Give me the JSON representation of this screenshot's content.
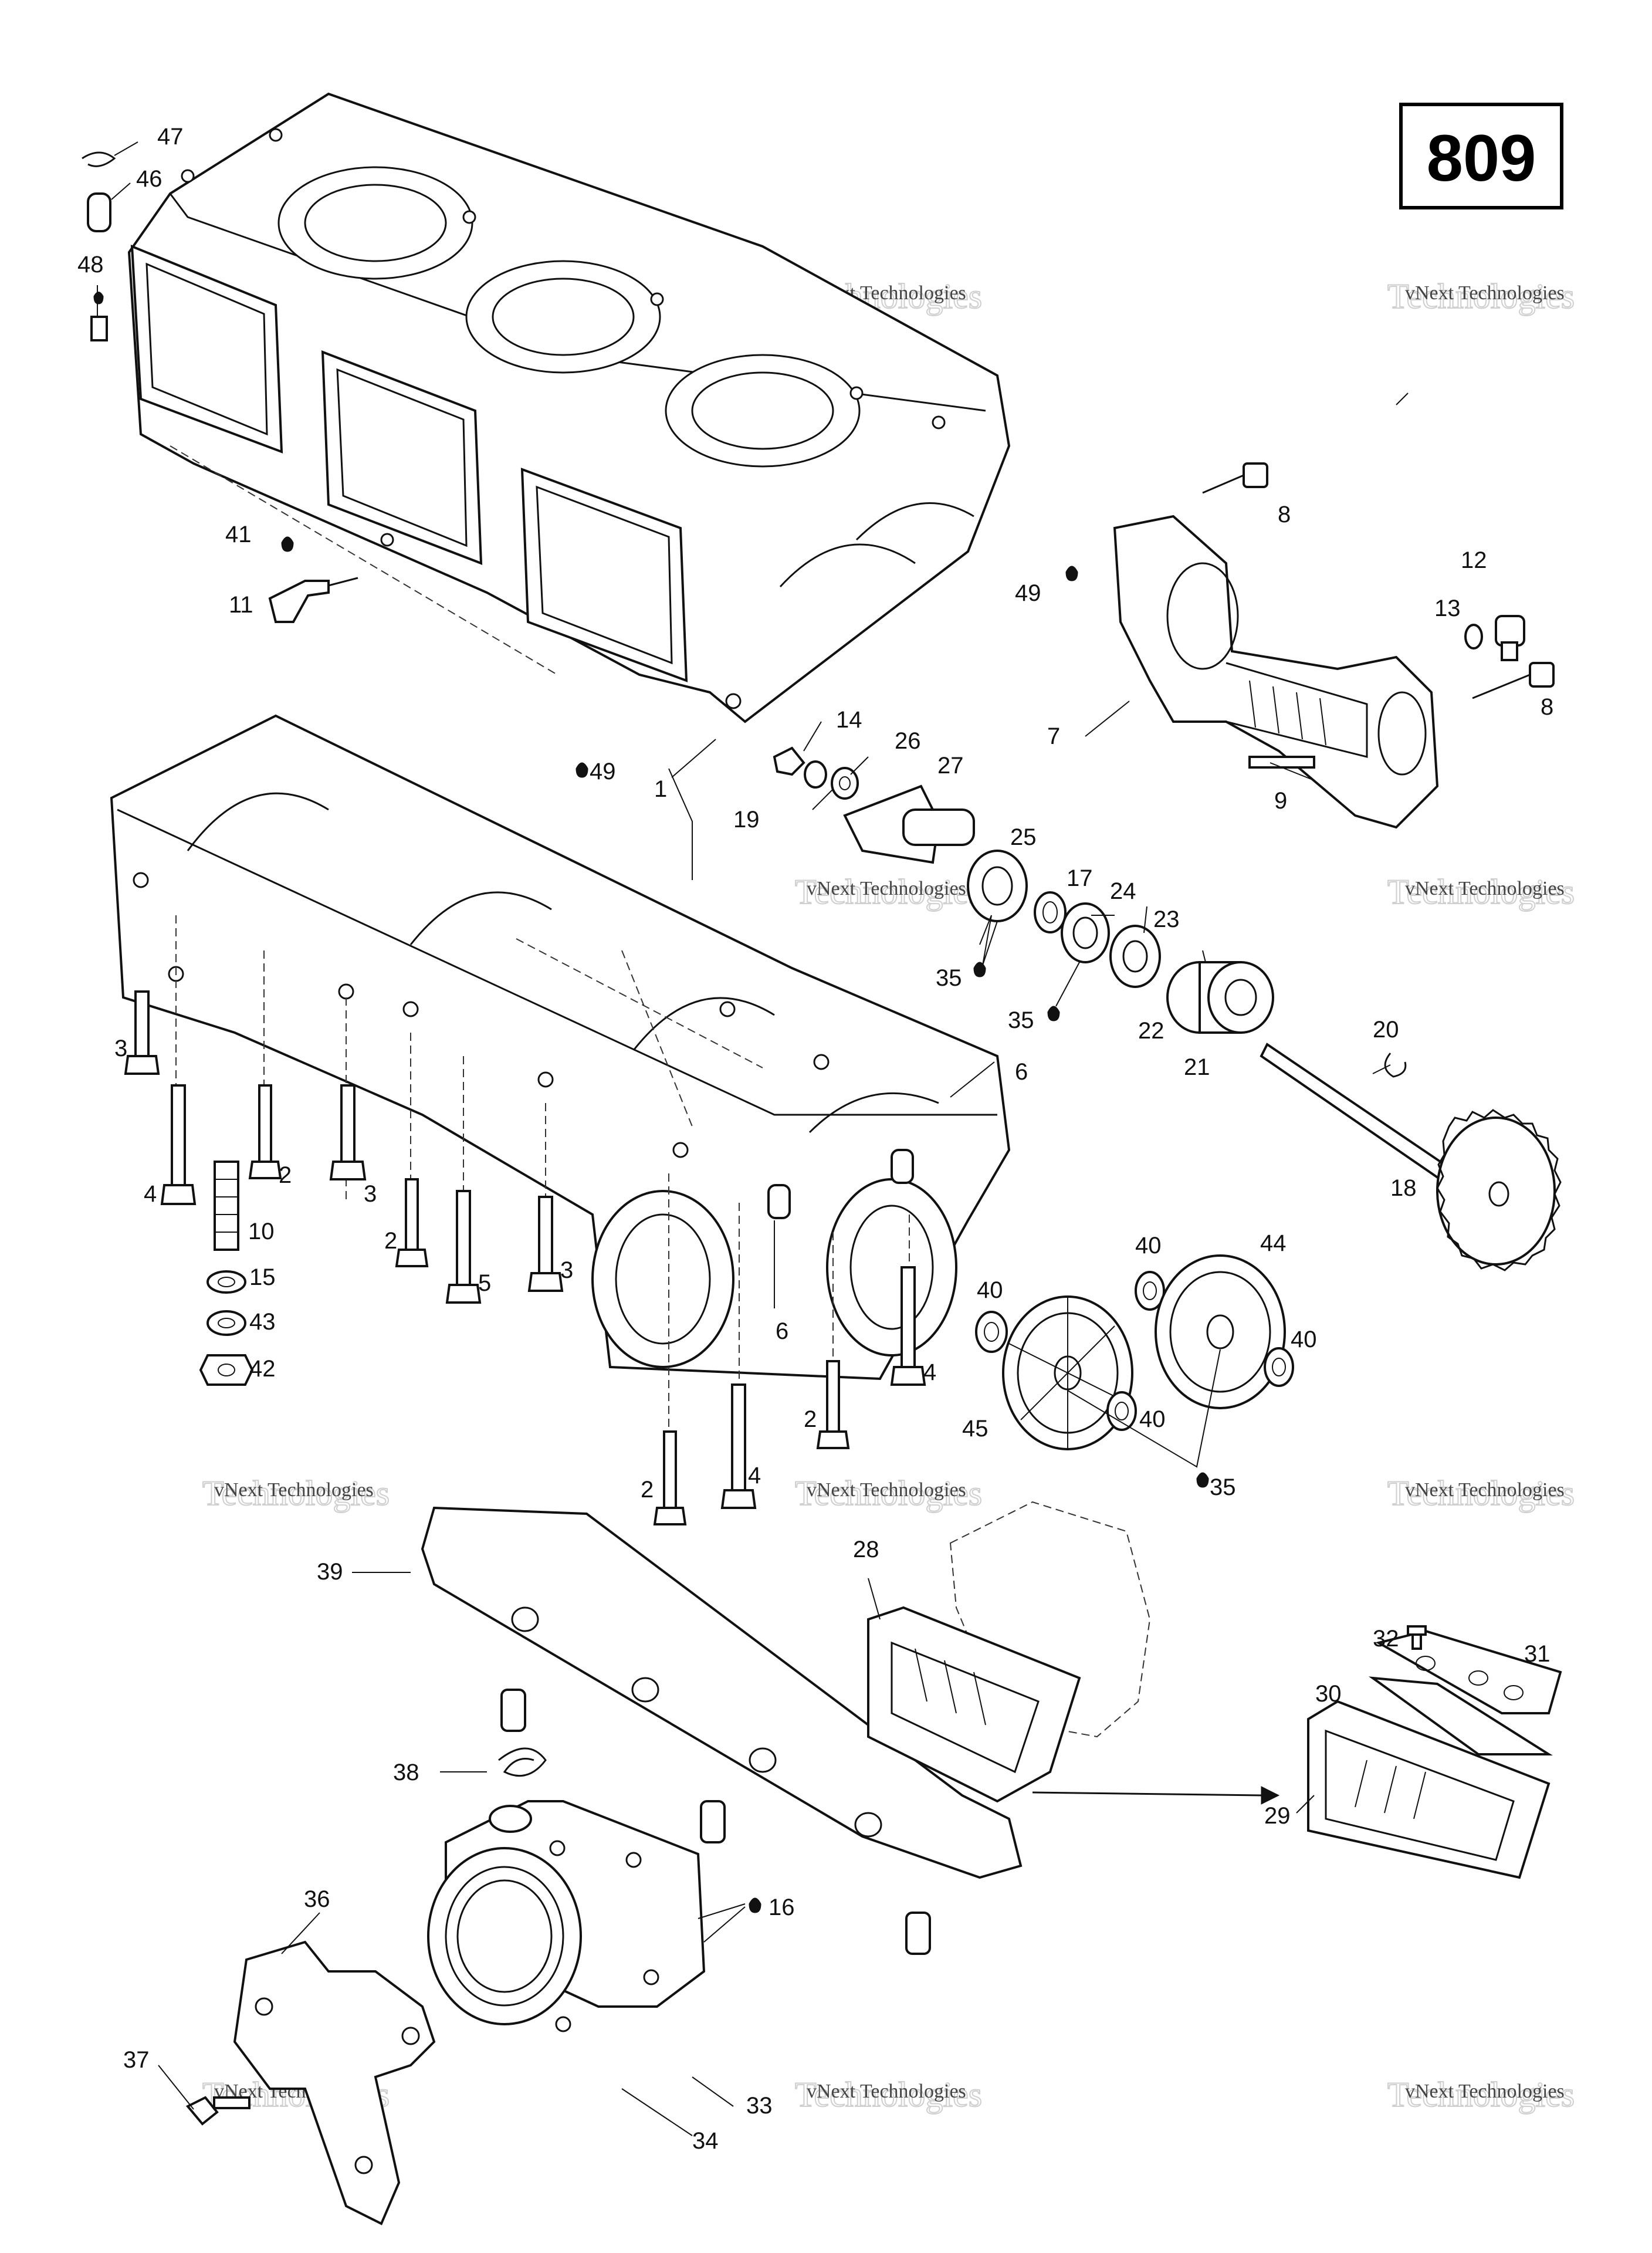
{
  "diagram_code": "809",
  "watermark": {
    "line1": "vNext Technologies",
    "line2": "Technologies"
  },
  "callouts": [
    {
      "id": "c47",
      "label": "47"
    },
    {
      "id": "c46",
      "label": "46"
    },
    {
      "id": "c48",
      "label": "48"
    },
    {
      "id": "c41",
      "label": "41"
    },
    {
      "id": "c11",
      "label": "11"
    },
    {
      "id": "c8a",
      "label": "8"
    },
    {
      "id": "c49a",
      "label": "49"
    },
    {
      "id": "c12",
      "label": "12"
    },
    {
      "id": "c13",
      "label": "13"
    },
    {
      "id": "c8b",
      "label": "8"
    },
    {
      "id": "c7",
      "label": "7"
    },
    {
      "id": "c9",
      "label": "9"
    },
    {
      "id": "c14",
      "label": "14"
    },
    {
      "id": "c26",
      "label": "26"
    },
    {
      "id": "c27",
      "label": "27"
    },
    {
      "id": "c19",
      "label": "19"
    },
    {
      "id": "c49b",
      "label": "49"
    },
    {
      "id": "c1",
      "label": "1"
    },
    {
      "id": "c25",
      "label": "25"
    },
    {
      "id": "c17",
      "label": "17"
    },
    {
      "id": "c24",
      "label": "24"
    },
    {
      "id": "c23",
      "label": "23"
    },
    {
      "id": "c35a",
      "label": "35"
    },
    {
      "id": "c35b",
      "label": "35"
    },
    {
      "id": "c22",
      "label": "22"
    },
    {
      "id": "c21",
      "label": "21"
    },
    {
      "id": "c20",
      "label": "20"
    },
    {
      "id": "c18",
      "label": "18"
    },
    {
      "id": "c3a",
      "label": "3"
    },
    {
      "id": "c6a",
      "label": "6"
    },
    {
      "id": "c2a",
      "label": "2"
    },
    {
      "id": "c3b",
      "label": "3"
    },
    {
      "id": "c4a",
      "label": "4"
    },
    {
      "id": "c10",
      "label": "10"
    },
    {
      "id": "c2b",
      "label": "2"
    },
    {
      "id": "c5",
      "label": "5"
    },
    {
      "id": "c3c",
      "label": "3"
    },
    {
      "id": "c15",
      "label": "15"
    },
    {
      "id": "c43",
      "label": "43"
    },
    {
      "id": "c42",
      "label": "42"
    },
    {
      "id": "c6b",
      "label": "6"
    },
    {
      "id": "c40a",
      "label": "40"
    },
    {
      "id": "c44",
      "label": "44"
    },
    {
      "id": "c40b",
      "label": "40"
    },
    {
      "id": "c40c",
      "label": "40"
    },
    {
      "id": "c40d",
      "label": "40"
    },
    {
      "id": "c4b",
      "label": "4"
    },
    {
      "id": "c2c",
      "label": "2"
    },
    {
      "id": "c45",
      "label": "45"
    },
    {
      "id": "c2d",
      "label": "2"
    },
    {
      "id": "c4c",
      "label": "4"
    },
    {
      "id": "c35c",
      "label": "35"
    },
    {
      "id": "c39",
      "label": "39"
    },
    {
      "id": "c28",
      "label": "28"
    },
    {
      "id": "c32",
      "label": "32"
    },
    {
      "id": "c31",
      "label": "31"
    },
    {
      "id": "c30",
      "label": "30"
    },
    {
      "id": "c38",
      "label": "38"
    },
    {
      "id": "c29",
      "label": "29"
    },
    {
      "id": "c16",
      "label": "16"
    },
    {
      "id": "c36",
      "label": "36"
    },
    {
      "id": "c37",
      "label": "37"
    },
    {
      "id": "c33",
      "label": "33"
    },
    {
      "id": "c34",
      "label": "34"
    }
  ]
}
